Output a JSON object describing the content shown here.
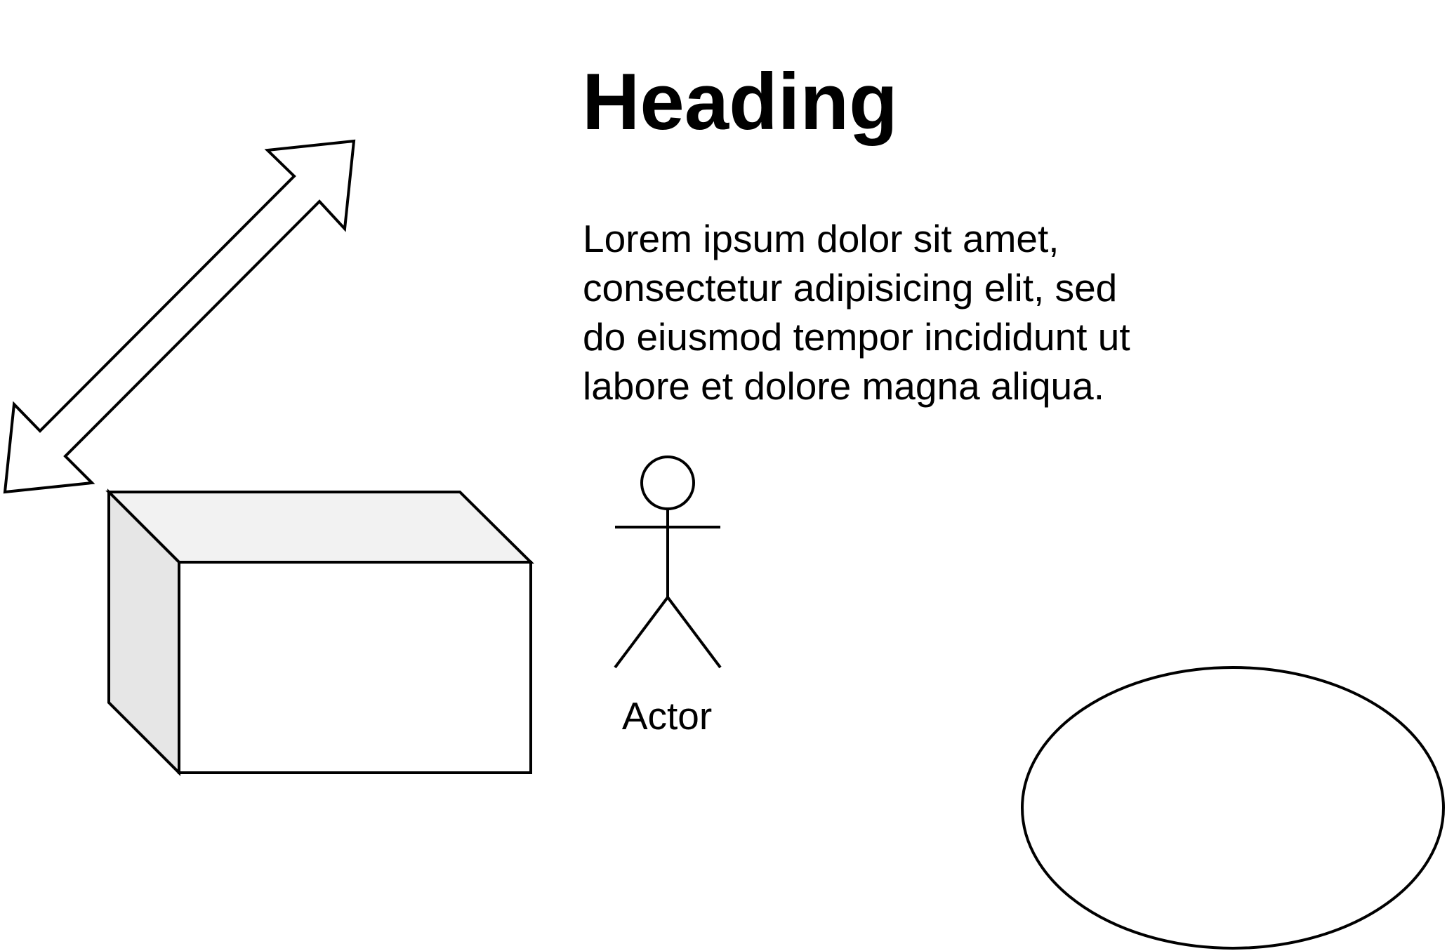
{
  "heading": "Heading",
  "paragraph_lines": [
    "Lorem ipsum dolor sit amet,",
    "consectetur adipisicing elit, sed",
    "do eiusmod tempor incididunt ut",
    "labore et dolore magna aliqua."
  ],
  "actor": {
    "label": "Actor"
  },
  "colors": {
    "stroke": "#000000",
    "background": "#ffffff",
    "cube_top": "#f2f2f2",
    "cube_side": "#e6e6e6",
    "cube_front": "#ffffff"
  },
  "shapes": [
    "double-arrow",
    "cube",
    "actor-figure",
    "ellipse"
  ]
}
